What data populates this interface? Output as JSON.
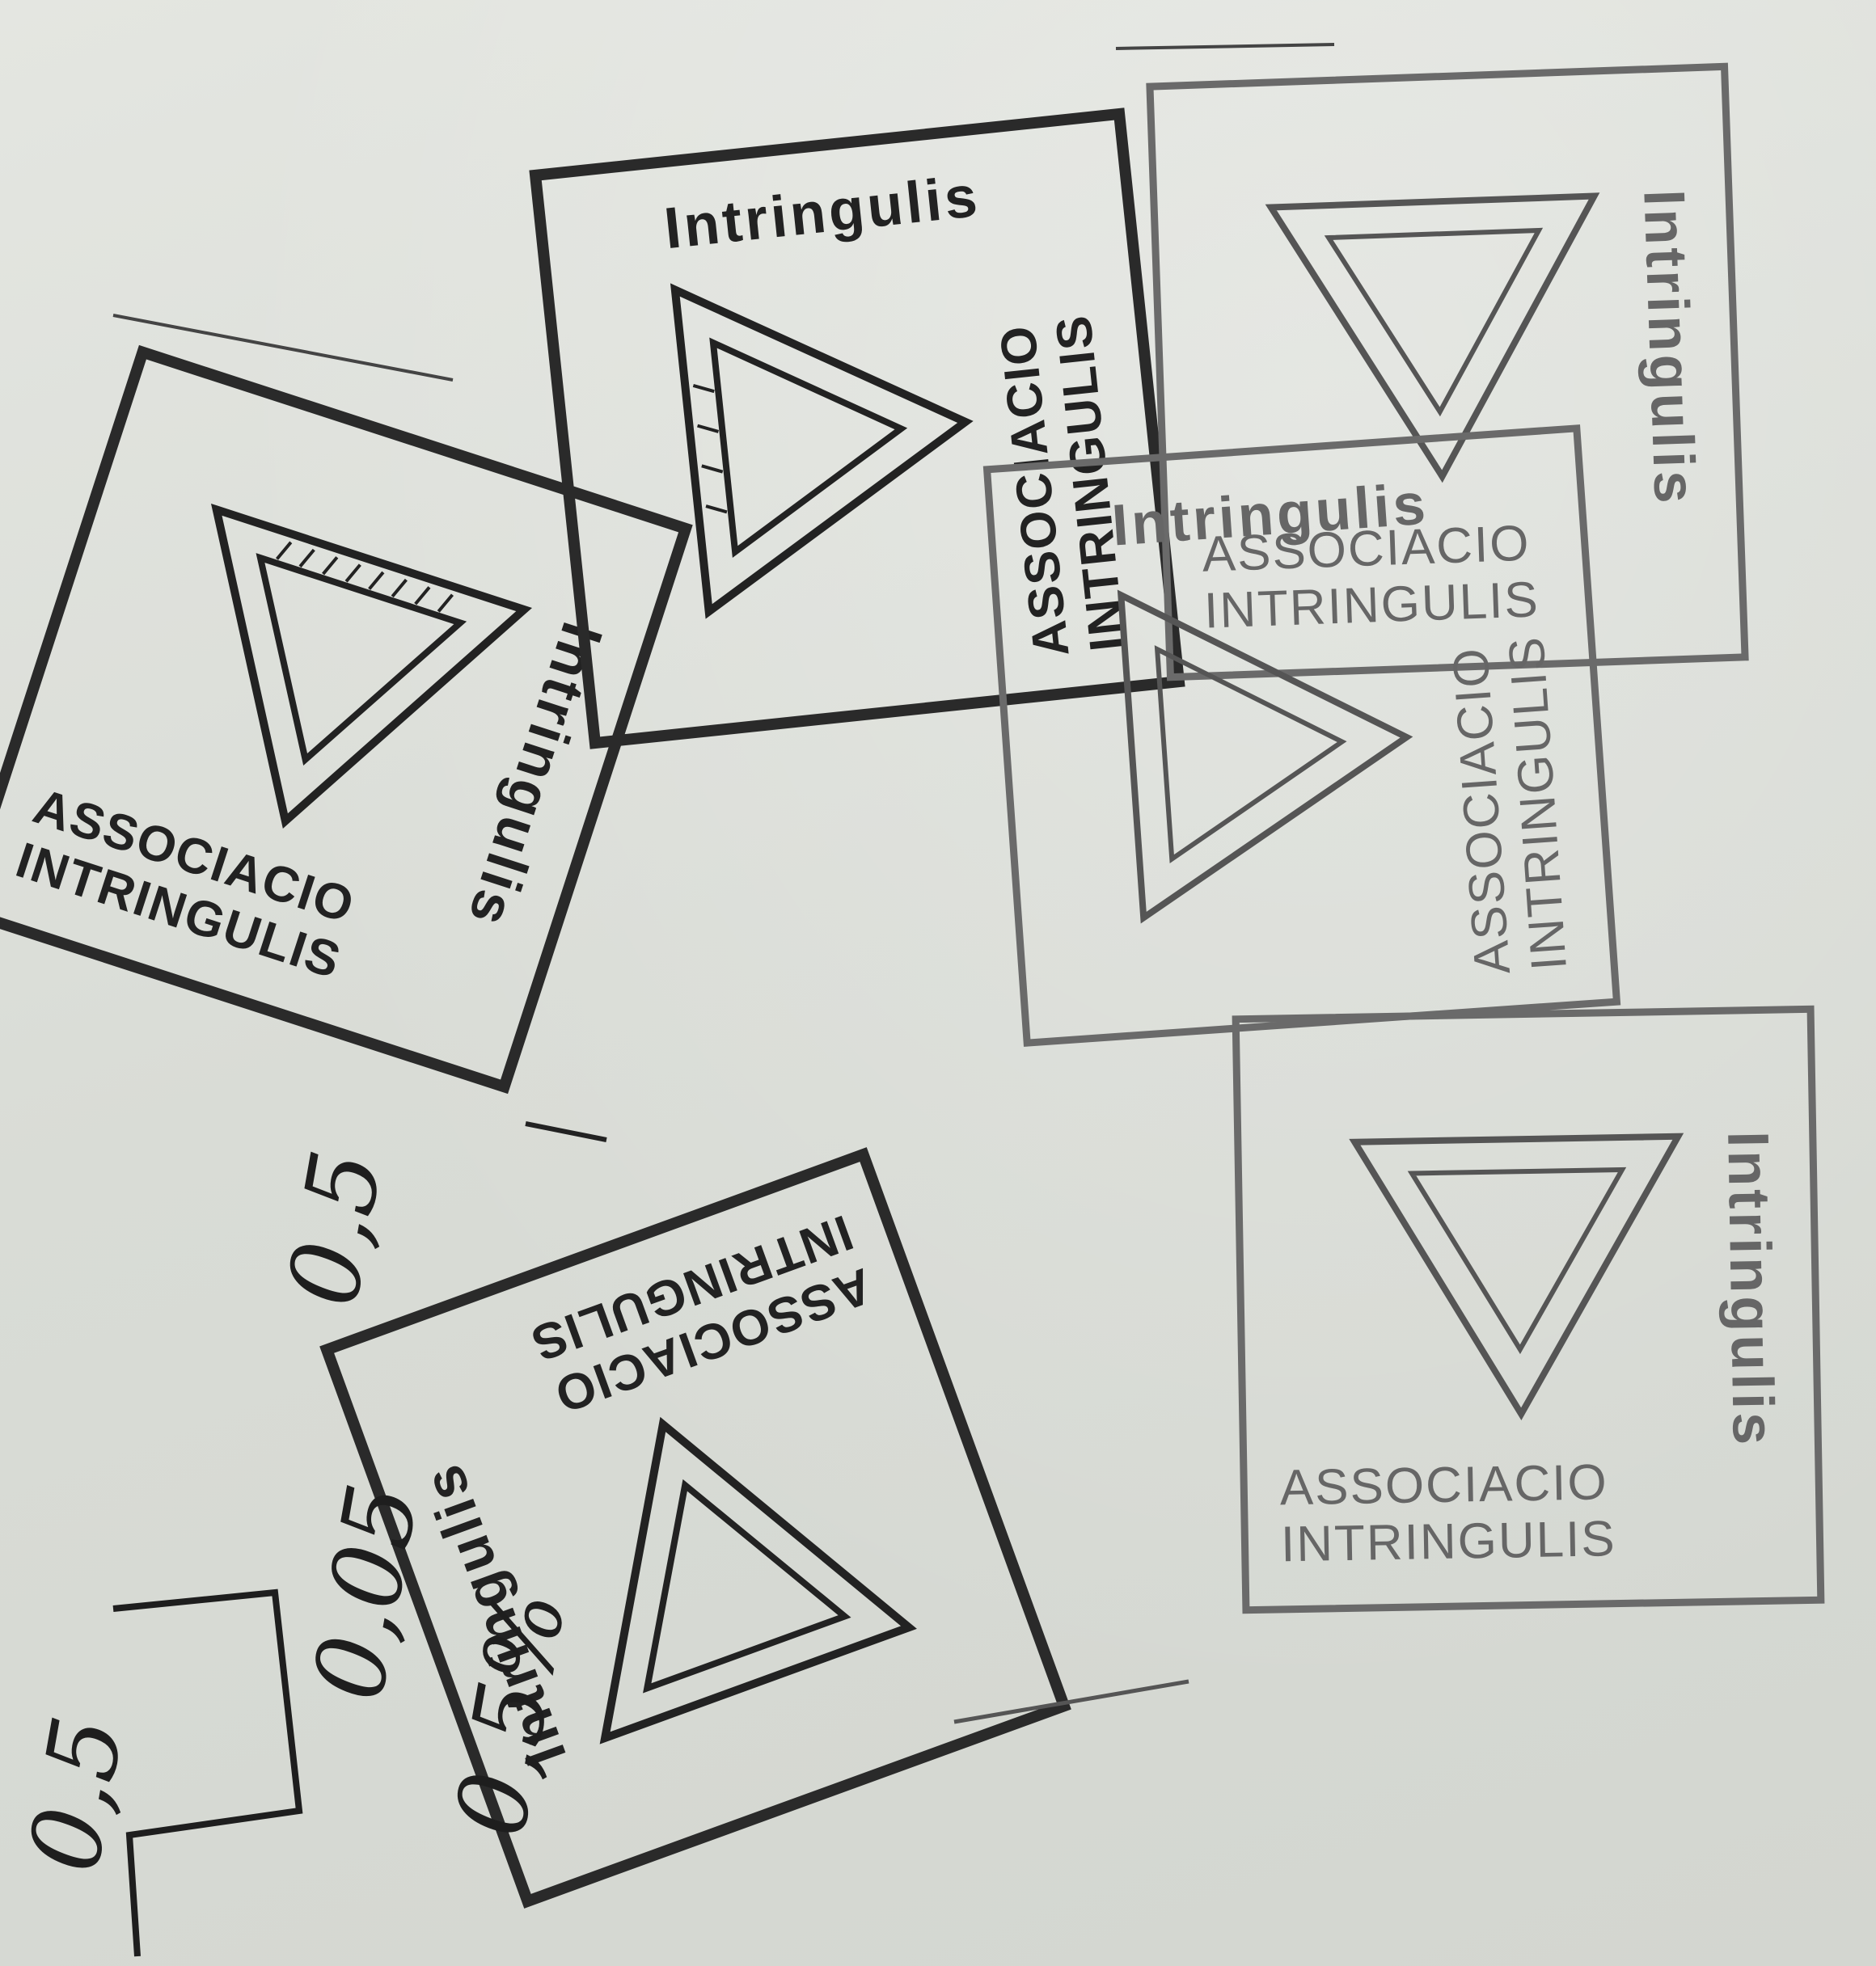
{
  "stamp": {
    "line1": "ASSOCIACIO",
    "line2": "INTRINGULIS",
    "side": "Intringulis"
  },
  "handwriting": {
    "note1": "0,5",
    "note2": "0,05",
    "note3": "0,5%",
    "note4": "0,5"
  },
  "colors": {
    "paper": "#dcdfd9",
    "ink": "#2a2a2a",
    "faint_ink": "#6a6a6a"
  }
}
